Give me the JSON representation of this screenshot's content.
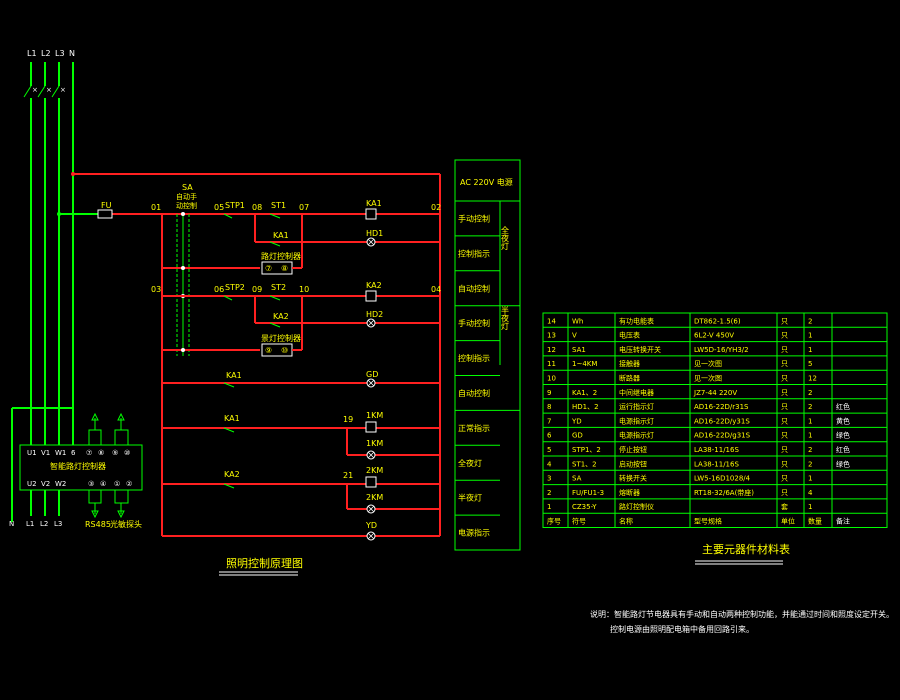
{
  "supply": {
    "phases": [
      "L1",
      "L2",
      "L3",
      "N"
    ]
  },
  "fuse": {
    "label": "FU"
  },
  "switch": {
    "label_lines": [
      "SA",
      "自动手",
      "动控制"
    ]
  },
  "nodes": {
    "n01": "01",
    "n05": "05",
    "n08a": "08",
    "n07": "07",
    "n02": "02",
    "n03": "03",
    "n06": "06",
    "n09": "09",
    "n10": "10",
    "n04": "04",
    "n19": "19",
    "n21": "21"
  },
  "components": {
    "stp1": "STP1",
    "st1": "ST1",
    "ka1_coil": "KA1",
    "hd1": "HD1",
    "ka1_self": "KA1",
    "ctrl1": "路灯控制器",
    "ctrl1_pins": [
      "⑦",
      "⑧"
    ],
    "stp2": "STP2",
    "st2": "ST2",
    "ka2_coil": "KA2",
    "hd2": "HD2",
    "ka2_self": "KA2",
    "ctrl2": "景灯控制器",
    "ctrl2_pins": [
      "⑨",
      "⑩"
    ],
    "ka1_gd": "KA1",
    "gd": "GD",
    "ka1_km": "KA1",
    "km1": "1KM",
    "km1_lamp": "1KM",
    "ka2_km": "KA2",
    "km2": "2KM",
    "km2_lamp": "2KM",
    "yd": "YD"
  },
  "controller": {
    "name": "智能路灯控制器",
    "top_pins": [
      "U1",
      "V1",
      "W1",
      "6",
      "⑦",
      "⑧",
      "⑨",
      "⑩"
    ],
    "bottom_pins": [
      "U2",
      "V2",
      "W2",
      "③",
      "④",
      "①",
      "②"
    ],
    "bottom_lines": [
      "N",
      "L1",
      "L2",
      "L3"
    ],
    "rs485": "RS485",
    "photo": "光敏探头"
  },
  "circuit_title": "照明控制原理图",
  "side_table": {
    "header": "AC 220V 电源",
    "rows": [
      "手动控制",
      "控制指示",
      "自动控制",
      "手动控制",
      "控制指示",
      "自动控制",
      "正常指示",
      "全夜灯",
      "半夜灯",
      "电源指示"
    ],
    "group_full": "全夜灯",
    "group_half": "半夜灯"
  },
  "bom": {
    "title": "主要元器件材料表",
    "headers": [
      "序号",
      "符号",
      "名称",
      "型号规格",
      "单位",
      "数量",
      "备注"
    ],
    "rows": [
      [
        "14",
        "Wh",
        "有功电能表",
        "DT862-1.5(6)",
        "只",
        "2",
        ""
      ],
      [
        "13",
        "V",
        "电压表",
        "6L2-V  450V",
        "只",
        "1",
        ""
      ],
      [
        "12",
        "SA1",
        "电压转换开关",
        "LW5D-16/YH3/2",
        "只",
        "1",
        ""
      ],
      [
        "11",
        "1~4KM",
        "接触器",
        "见一次图",
        "只",
        "5",
        ""
      ],
      [
        "10",
        "",
        "断路器",
        "见一次图",
        "只",
        "12",
        ""
      ],
      [
        "9",
        "KA1、2",
        "中间继电器",
        "JZ7-44 220V",
        "只",
        "2",
        ""
      ],
      [
        "8",
        "HD1、2",
        "运行指示灯",
        "AD16-22D/r31S",
        "只",
        "2",
        "红色"
      ],
      [
        "7",
        "YD",
        "电源指示灯",
        "AD16-22D/y31S",
        "只",
        "1",
        "黄色"
      ],
      [
        "6",
        "GD",
        "电源指示灯",
        "AD16-22D/g31S",
        "只",
        "1",
        "绿色"
      ],
      [
        "5",
        "STP1、2",
        "停止按钮",
        "LA38-11/16S",
        "只",
        "2",
        "红色"
      ],
      [
        "4",
        "ST1、2",
        "启动按钮",
        "LA38-11/16S",
        "只",
        "2",
        "绿色"
      ],
      [
        "3",
        "SA",
        "转换开关",
        "LW5-16D1028/4",
        "只",
        "1",
        ""
      ],
      [
        "2",
        "FU/FU1-3",
        "熔断器",
        "RT18-32/6A(带座)",
        "只",
        "4",
        ""
      ],
      [
        "1",
        "CZ35-Y",
        "路灯控制仪",
        "",
        "套",
        "1",
        ""
      ]
    ]
  },
  "notes": {
    "line1": "说明：智能路灯节电器具有手动和自动两种控制功能，并能通过时间和照度设定开关。",
    "line2": "控制电源由照明配电箱中备用回路引来。"
  }
}
